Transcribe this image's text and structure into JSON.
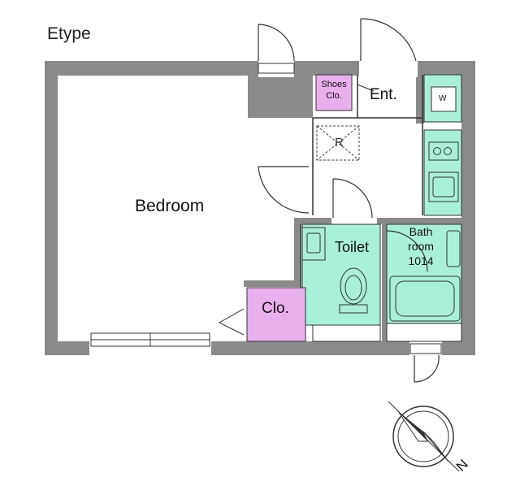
{
  "plan": {
    "title": "Etype",
    "rooms": {
      "bedroom": "Bedroom",
      "shoes_closet_line1": "Shoes",
      "shoes_closet_line2": "Clo.",
      "entrance": "Ent.",
      "washer": "W",
      "toilet": "Toilet",
      "bath_line1": "Bath",
      "bath_line2": "room",
      "bath_line3": "1014",
      "closet": "Clo.",
      "refrigerator": "R"
    },
    "compass": "N",
    "colors": {
      "wall": "#8a8a8a",
      "wet_area": "#a8f0d8",
      "closet": "#e8b0ec",
      "line": "#333333"
    },
    "icons": [
      "compass-icon",
      "door-swing-icon",
      "window-icon",
      "stove-icon",
      "sink-icon",
      "toilet-icon",
      "bathtub-icon",
      "washer-icon"
    ]
  }
}
